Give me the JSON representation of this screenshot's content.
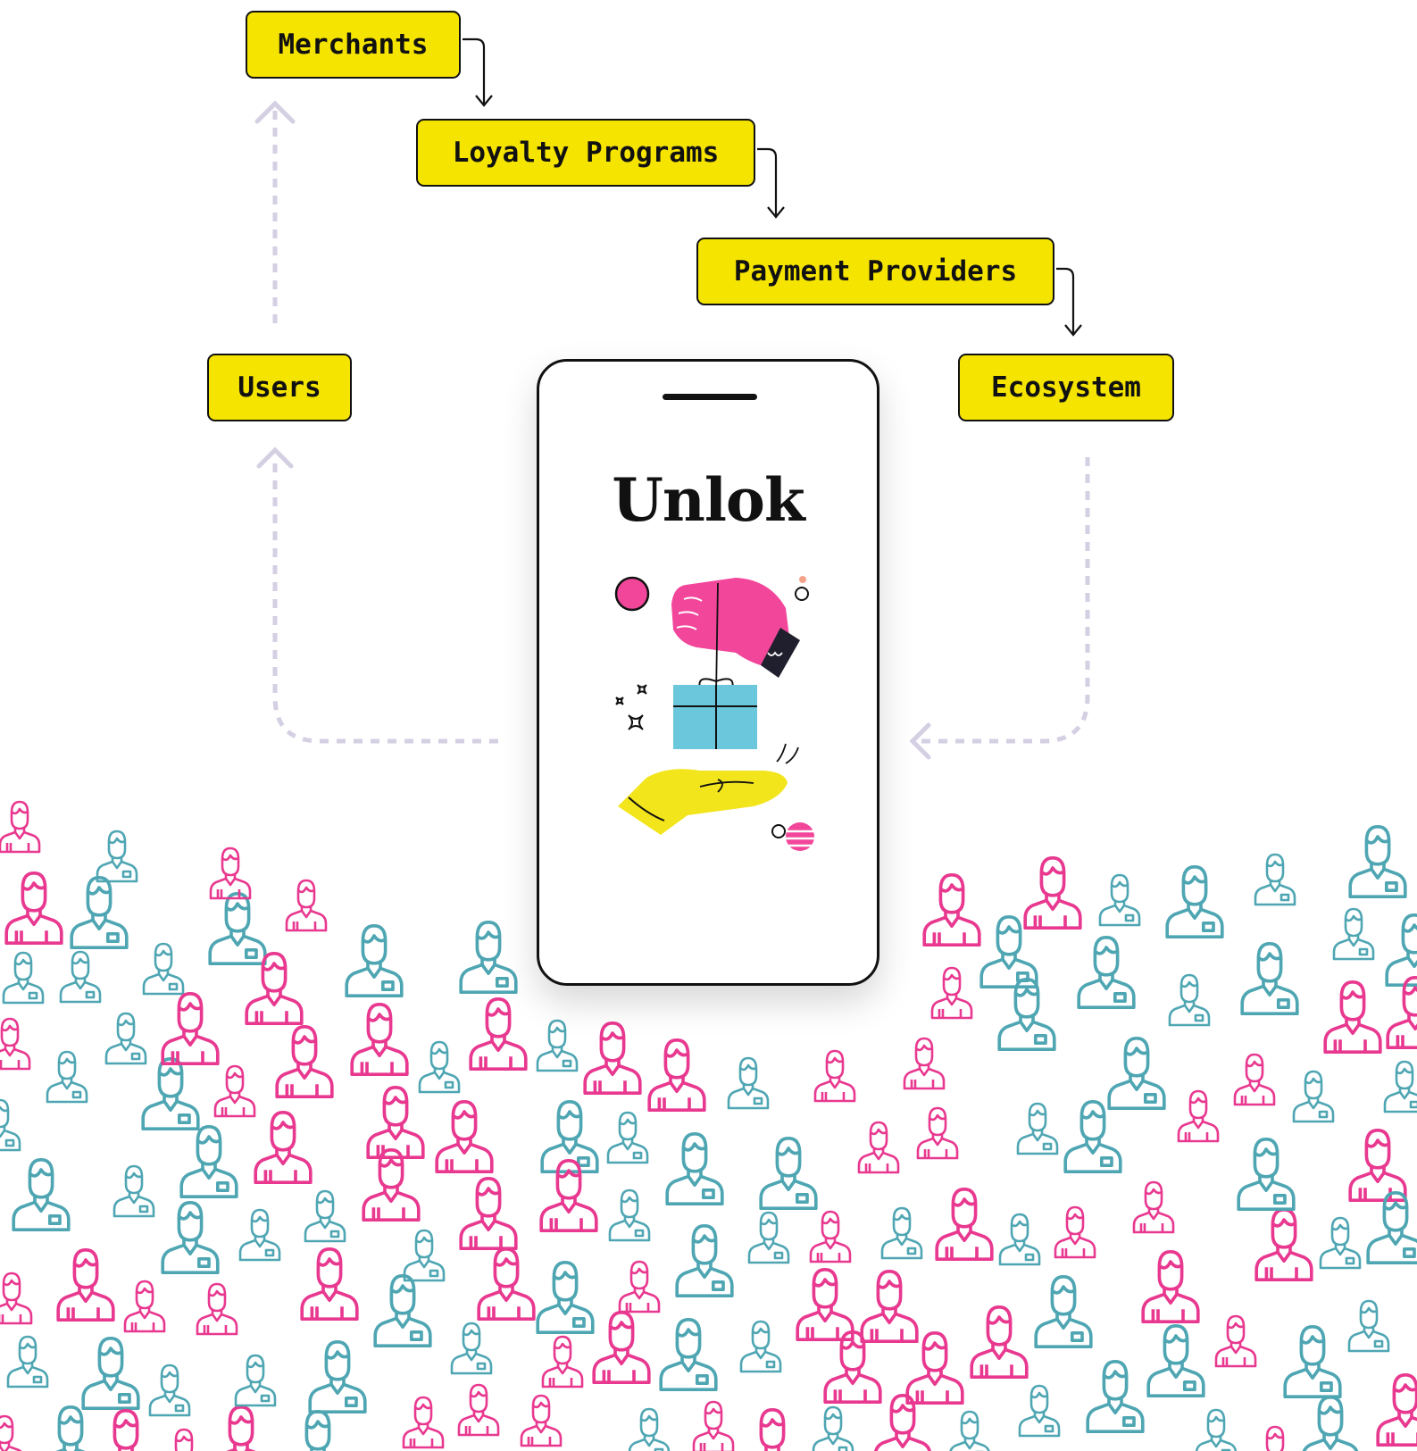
{
  "nodes": {
    "merchants": "Merchants",
    "loyalty_programs": "Loyalty Programs",
    "payment_providers": "Payment Providers",
    "users": "Users",
    "ecosystem": "Ecosystem"
  },
  "phone": {
    "brand": "Unlok"
  },
  "colors": {
    "node_fill": "#f5e400",
    "outline": "#111111",
    "dashed_arrow": "#d4cfe2",
    "person_pink": "#e8388f",
    "person_teal": "#4fa6b3",
    "gift_box": "#6ac7dc",
    "hand_top": "#f2469b",
    "hand_bottom": "#f2e51c"
  },
  "crowd": {
    "icon": "person-icon",
    "colors": [
      "pink",
      "teal"
    ]
  }
}
